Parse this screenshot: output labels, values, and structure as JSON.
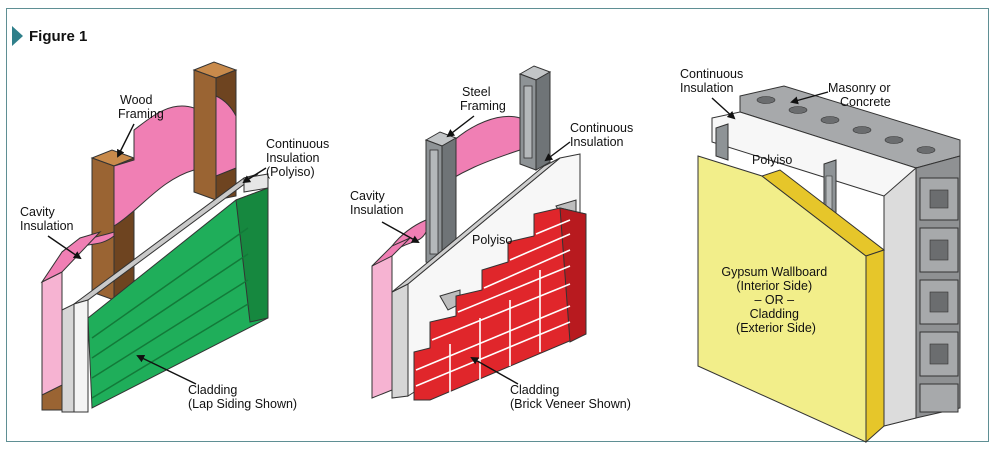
{
  "figure": {
    "title": "Figure 1"
  },
  "panels": [
    {
      "id": "wood",
      "labels": {
        "framing": [
          "Wood",
          "Framing"
        ],
        "cavity": [
          "Cavity",
          "Insulation"
        ],
        "continuous": [
          "Continuous",
          "Insulation",
          "(Polyiso)"
        ],
        "cladding": [
          "Cladding",
          "(Lap Siding Shown)"
        ]
      }
    },
    {
      "id": "steel",
      "labels": {
        "framing": [
          "Steel",
          "Framing"
        ],
        "cavity": [
          "Cavity",
          "Insulation"
        ],
        "continuous": [
          "Continuous",
          "Insulation"
        ],
        "polyiso": "Polyiso",
        "cladding": [
          "Cladding",
          "(Brick Veneer Shown)"
        ]
      }
    },
    {
      "id": "masonry",
      "labels": {
        "continuous": [
          "Continuous",
          "Insulation"
        ],
        "masonry": [
          "Masonry or",
          "Concrete"
        ],
        "polyiso": "Polyiso",
        "gypsum": [
          "Gypsum Wallboard",
          "(Interior Side)",
          "– OR –",
          "Cladding",
          "(Exterior Side)"
        ]
      }
    }
  ],
  "colors": {
    "frame": "#5f8f94",
    "accent": "#2f7f8a",
    "pink": "#f07fb4",
    "pink_light": "#f6b3d2",
    "wood": "#9a6433",
    "wood_dark": "#6e4420",
    "green": "#1fae5a",
    "green_dark": "#16883f",
    "brick": "#e0262b",
    "steel": "#8e9396",
    "block": "#a7a9ab",
    "gypsum": "#f2ee8a",
    "gypsum_edge": "#e6c62a"
  }
}
